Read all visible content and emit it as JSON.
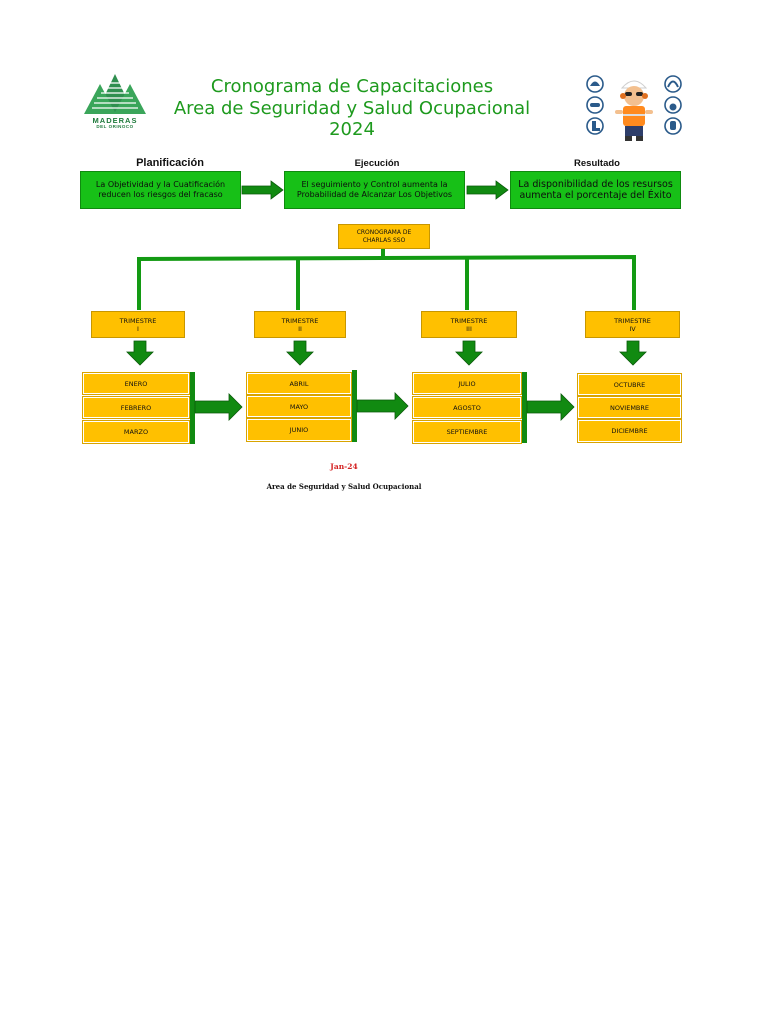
{
  "header": {
    "title_line1": "Cronograma de Capacitaciones",
    "title_line2": "Area de Seguridad y Salud Ocupacional",
    "title_line3": "2024",
    "logo_line1": "MADERAS",
    "logo_line2": "DEL ORINOCO"
  },
  "stages": [
    {
      "heading": "Planificación",
      "text": "La Objetividad y la Cuatificación reducen los riesgos del fracaso"
    },
    {
      "heading": "Ejecución",
      "text": "El seguimiento y Control aumenta la Probabilidad de Alcanzar Los Objetivos"
    },
    {
      "heading": "Resultado",
      "text": "La disponibilidad de los resursos aumenta el porcentaje del Éxito"
    }
  ],
  "root": {
    "line1": "CRONOGRAMA DE",
    "line2": "CHARLAS SSO"
  },
  "quarters": [
    {
      "line1": "TRIMESTRE",
      "line2": "I",
      "months": [
        "ENERO",
        "FEBRERO",
        "MARZO"
      ]
    },
    {
      "line1": "TRIMESTRE",
      "line2": "II",
      "months": [
        "ABRIL",
        "MAYO",
        "JUNIO"
      ]
    },
    {
      "line1": "TRIMESTRE",
      "line2": "III",
      "months": [
        "JULIO",
        "AGOSTO",
        "SEPTIEMBRE"
      ]
    },
    {
      "line1": "TRIMESTRE",
      "line2": "IV",
      "months": [
        "OCTUBRE",
        "NOVIEMBRE",
        "DICIEMBRE"
      ]
    }
  ],
  "footer": {
    "date": "Jan-24",
    "area": "Area de Seguridad y Salud Ocupacional"
  },
  "colors": {
    "green": "#17c017",
    "dark_green": "#0f7f0f",
    "gold": "#ffc000",
    "title": "#1e9a1e",
    "date_red": "#d42020"
  },
  "icons": [
    "tree-logo-icon",
    "safety-worker-icon",
    "helmet-icon",
    "ear-protection-icon",
    "goggles-icon",
    "mask-icon",
    "boot-icon",
    "glove-icon"
  ]
}
